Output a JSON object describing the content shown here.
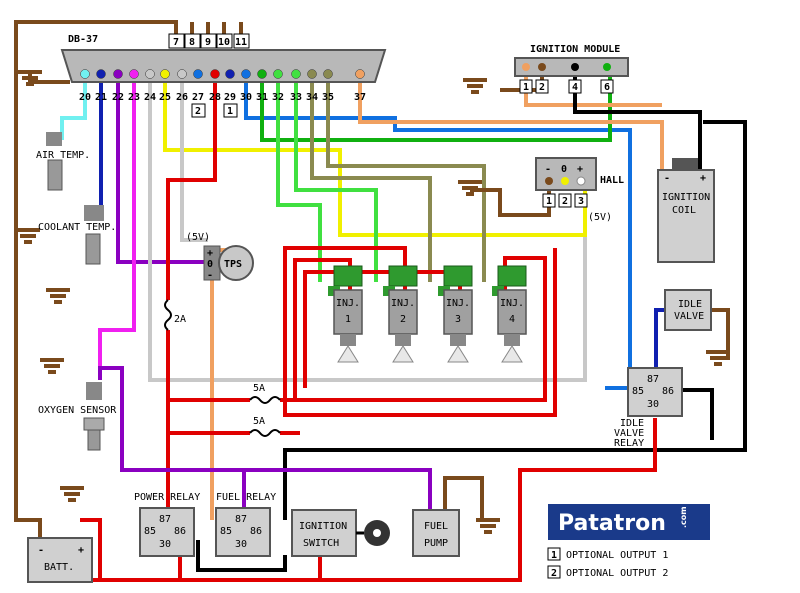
{
  "connector": {
    "title": "DB-37"
  },
  "top_pins": [
    "7",
    "8",
    "9",
    "10",
    "11"
  ],
  "bottom_pins": [
    "20",
    "21",
    "22",
    "23",
    "24",
    "25",
    "26",
    "27",
    "28",
    "29",
    "30",
    "31",
    "32",
    "33",
    "34",
    "35",
    "37"
  ],
  "optional_pins": [
    "2",
    "1"
  ],
  "ignition_module": {
    "title": "IGNITION MODULE",
    "pins": [
      "1",
      "2",
      "4",
      "6"
    ]
  },
  "hall": {
    "title": "HALL",
    "symbols": [
      "-",
      "0",
      "+"
    ],
    "pins": [
      "1",
      "2",
      "3"
    ],
    "voltage": "(5V)"
  },
  "ignition_coil": {
    "line1": "IGNITION",
    "line2": "COIL",
    "minus": "-",
    "plus": "+"
  },
  "sensors": {
    "air_temp": "AIR TEMP.",
    "coolant_temp": "COOLANT TEMP.",
    "tps": "TPS",
    "tps_voltage": "(5V)",
    "tps_plus": "+",
    "tps_zero": "0",
    "tps_minus": "-",
    "oxygen": "OXYGEN SENSOR"
  },
  "injectors": [
    {
      "label": "INJ.",
      "num": "1"
    },
    {
      "label": "INJ.",
      "num": "2"
    },
    {
      "label": "INJ.",
      "num": "3"
    },
    {
      "label": "INJ.",
      "num": "4"
    }
  ],
  "fuses": {
    "f1": "2A",
    "f2": "5A",
    "f3": "5A"
  },
  "idle_valve": {
    "line1": "IDLE",
    "line2": "VALVE"
  },
  "idle_relay": {
    "p87": "87",
    "p85": "85",
    "p86": "86",
    "p30": "30",
    "line1": "IDLE",
    "line2": "VALVE",
    "line3": "RELAY"
  },
  "power_relay": {
    "title": "POWER RELAY",
    "p87": "87",
    "p85": "85",
    "p86": "86",
    "p30": "30"
  },
  "fuel_relay": {
    "title": "FUEL RELAY",
    "p87": "87",
    "p85": "85",
    "p86": "86",
    "p30": "30"
  },
  "ignition_switch": {
    "line1": "IGNITION",
    "line2": "SWITCH"
  },
  "fuel_pump": {
    "line1": "FUEL",
    "line2": "PUMP"
  },
  "battery": {
    "label": "BATT.",
    "minus": "-",
    "plus": "+"
  },
  "brand": {
    "name": "Patatron",
    "suffix": ".com"
  },
  "legend": [
    {
      "num": "1",
      "text": "OPTIONAL OUTPUT 1"
    },
    {
      "num": "2",
      "text": "OPTIONAL OUTPUT 2"
    }
  ],
  "colors": {
    "brown": "#7a4a1c",
    "red": "#e00000",
    "blue": "#1070e0",
    "navy": "#1020b0",
    "yellow": "#f0f000",
    "green": "#10b010",
    "lime": "#40e040",
    "olive": "#8a8a50",
    "purple": "#8a00c0",
    "magenta": "#f020f0",
    "cyan": "#70f0f0",
    "orange": "#f0a060",
    "gray": "#c8c8c8",
    "black": "#000000"
  }
}
